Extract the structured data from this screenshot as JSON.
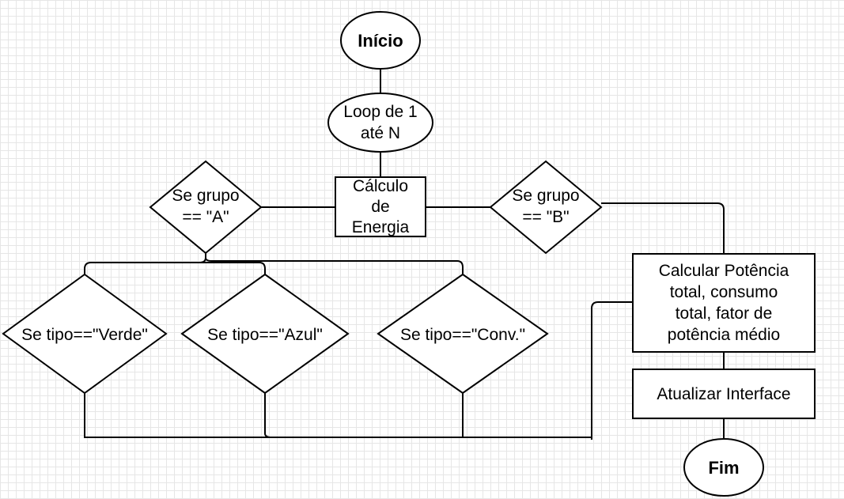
{
  "diagram": {
    "start": "Início",
    "loop": "Loop de 1\naté N",
    "calc": "Cálculo\nde\nEnergia",
    "group_a": "Se grupo\n== \"A\"",
    "group_b": "Se grupo\n== \"B\"",
    "tipo_verde": "Se tipo==\"Verde\"",
    "tipo_azul": "Se tipo==\"Azul\"",
    "tipo_conv": "Se tipo==\"Conv.\"",
    "calc_potencia": "Calcular Potência\ntotal, consumo\ntotal, fator de\npotência médio",
    "update_ui": "Atualizar Interface",
    "end": "Fim"
  },
  "colors": {
    "stroke": "#000000",
    "fill": "#ffffff",
    "grid": "#e6e6e6"
  }
}
